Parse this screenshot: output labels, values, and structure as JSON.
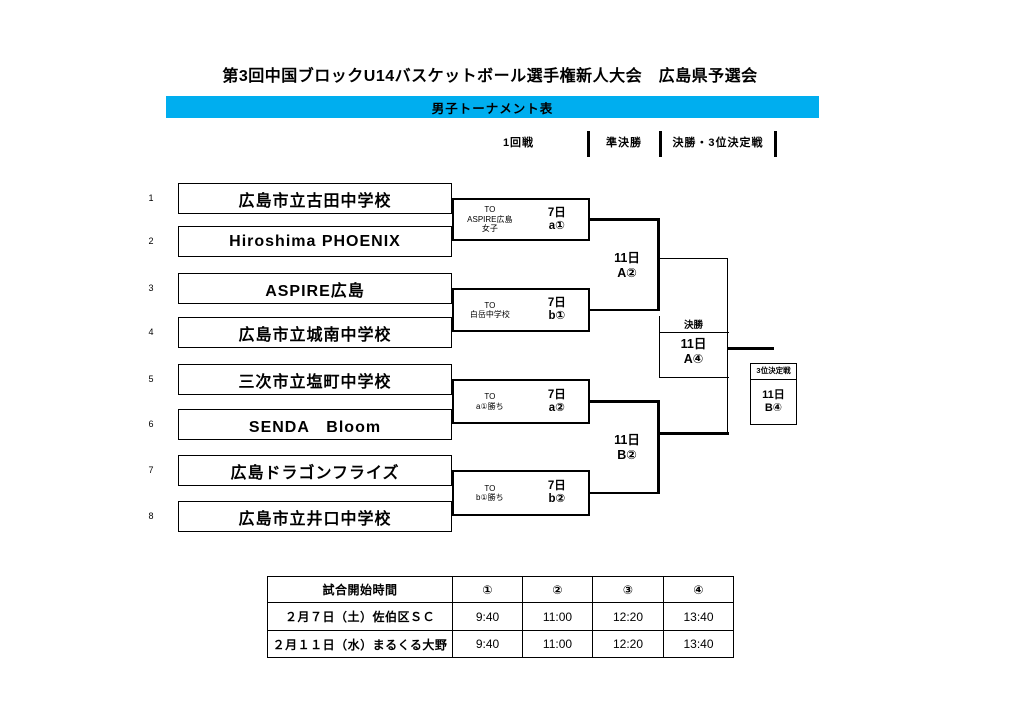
{
  "title": "第3回中国ブロックU14バスケットボール選手権新人大会　広島県予選会",
  "banner": "男子トーナメント表",
  "colors": {
    "banner_bg": "#00AEEF",
    "line": "#000000"
  },
  "round_headers": [
    "1回戦",
    "準決勝",
    "決勝・3位決定戦"
  ],
  "teams": [
    {
      "seed": "1",
      "name": "広島市立古田中学校"
    },
    {
      "seed": "2",
      "name": "Hiroshima PHOENIX"
    },
    {
      "seed": "3",
      "name": "ASPIRE広島"
    },
    {
      "seed": "4",
      "name": "広島市立城南中学校"
    },
    {
      "seed": "5",
      "name": "三次市立塩町中学校"
    },
    {
      "seed": "6",
      "name": "SENDA　Bloom"
    },
    {
      "seed": "7",
      "name": "広島ドラゴンフライズ"
    },
    {
      "seed": "8",
      "name": "広島市立井口中学校"
    }
  ],
  "matches": {
    "r1": [
      {
        "to": [
          "TO",
          "ASPIRE広島",
          "女子"
        ],
        "slot": [
          "7日",
          "a①"
        ]
      },
      {
        "to": [
          "TO",
          "白岳中学校"
        ],
        "slot": [
          "7日",
          "b①"
        ]
      },
      {
        "to": [
          "TO",
          "a①勝ち"
        ],
        "slot": [
          "7日",
          "a②"
        ]
      },
      {
        "to": [
          "TO",
          "b①勝ち"
        ],
        "slot": [
          "7日",
          "b②"
        ]
      }
    ],
    "semifinals": [
      {
        "lines": [
          "11日",
          "A②"
        ]
      },
      {
        "lines": [
          "11日",
          "B②"
        ]
      }
    ],
    "final": {
      "label": "決勝",
      "lines": [
        "11日",
        "A④"
      ]
    },
    "third_place": {
      "label": "3位決定戦",
      "lines": [
        "11日",
        "B④"
      ]
    }
  },
  "schedule": {
    "header": [
      "試合開始時間",
      "①",
      "②",
      "③",
      "④"
    ],
    "rows": [
      [
        "２月７日（土）佐伯区ＳＣ",
        "9:40",
        "11:00",
        "12:20",
        "13:40"
      ],
      [
        "２月１１日（水）まるくる大野",
        "9:40",
        "11:00",
        "12:20",
        "13:40"
      ]
    ]
  }
}
